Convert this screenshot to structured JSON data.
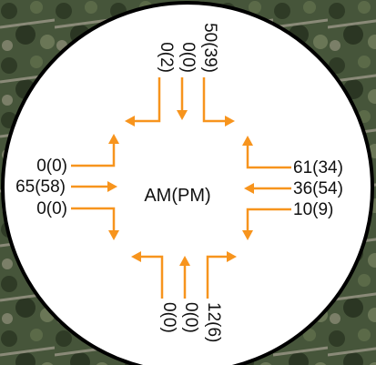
{
  "center_label": "AM(PM)",
  "colors": {
    "arrow": "#f7941d",
    "ring": "#000000",
    "panel": "#ffffff"
  },
  "volumes": {
    "north": {
      "left": "0(2)",
      "through": "0(0)",
      "right": "50(39)"
    },
    "south": {
      "left": "12(6)",
      "through": "0(0)",
      "right": "0(0)"
    },
    "east": {
      "left": "10(9)",
      "through": "36(54)",
      "right": "61(34)"
    },
    "west": {
      "left": "0(0)",
      "through": "65(58)",
      "right": "0(0)"
    }
  }
}
